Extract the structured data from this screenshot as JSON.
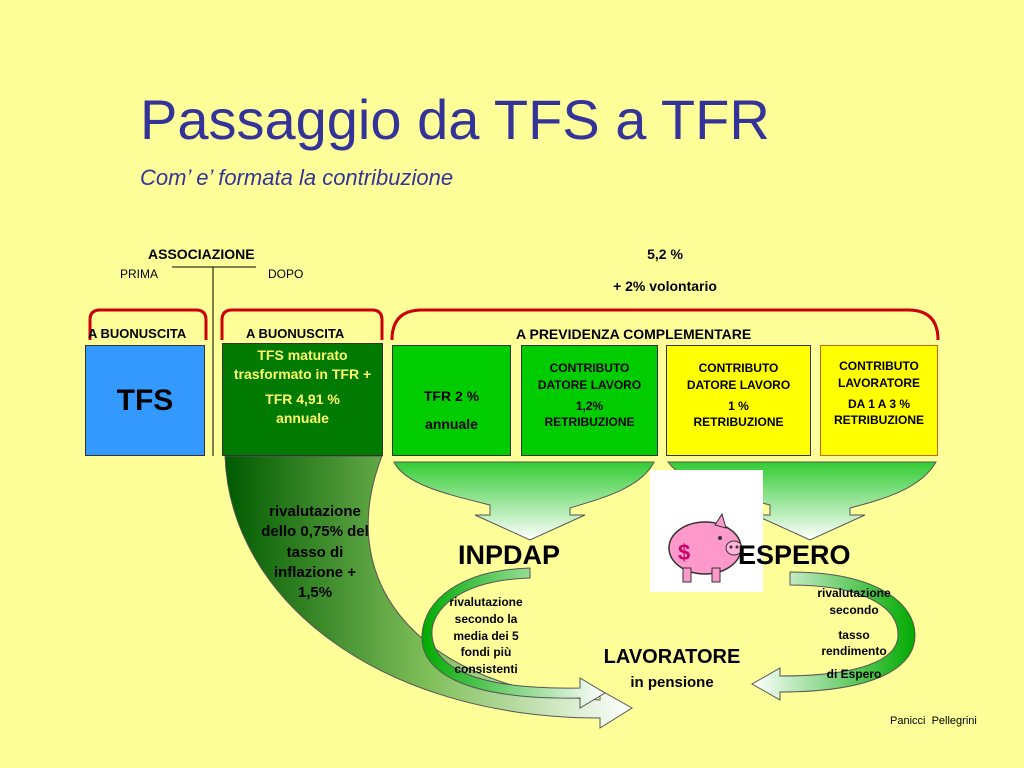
{
  "title": "Passaggio da TFS a TFR",
  "subtitle": "Com’ e’ formata la contribuzione",
  "associazione": {
    "label": "ASSOCIAZIONE",
    "prima": "PRIMA",
    "dopo": "DOPO"
  },
  "percent_header": {
    "line1": "5,2 %",
    "line2": "+ 2% volontario"
  },
  "section_labels": {
    "buonuscita_left": "A BUONUSCITA",
    "buonuscita_right": "A BUONUSCITA",
    "previdenza": "A PREVIDENZA COMPLEMENTARE"
  },
  "boxes": {
    "tfs": "TFS",
    "tfs_maturato": {
      "line1": "TFS maturato trasformato in TFR +",
      "line2": "TFR 4,91 % annuale"
    },
    "tfr": {
      "line1": "TFR 2 %",
      "line2": "annuale"
    },
    "contrib_datore_1": {
      "line1": "CONTRIBUTO DATORE LAVORO",
      "line2": "1,2% RETRIBUZIONE"
    },
    "contrib_datore_2": {
      "line1": "CONTRIBUTO DATORE LAVORO",
      "line2": "1 % RETRIBUZIONE"
    },
    "contrib_lavoratore": {
      "line1": "CONTRIBUTO LAVORATORE",
      "line2": "DA 1 A 3 % RETRIBUZIONE"
    }
  },
  "rivalutazione_tfs": "rivalutazione dello 0,75% del tasso di inflazione + 1,5%",
  "inpdap": {
    "name": "INPDAP",
    "note": "rivalutazione secondo la media dei 5 fondi più consistenti"
  },
  "espero": {
    "name": "ESPERO",
    "note_line1": "rivalutazione secondo",
    "note_line2": "tasso rendimento",
    "note_line3": "di Espero"
  },
  "piggy_icon": "piggy-bank-icon",
  "lavoratore": {
    "line1": "LAVORATORE",
    "line2": "in pensione"
  },
  "footer": "Panicci  Pellegrini",
  "colors": {
    "background": "#ffff99",
    "title": "#333399",
    "tfs_box": "#3399ff",
    "dark_green": "#007a00",
    "green": "#00cc00",
    "yellow": "#ffff00",
    "bracket": "#cc0000"
  }
}
